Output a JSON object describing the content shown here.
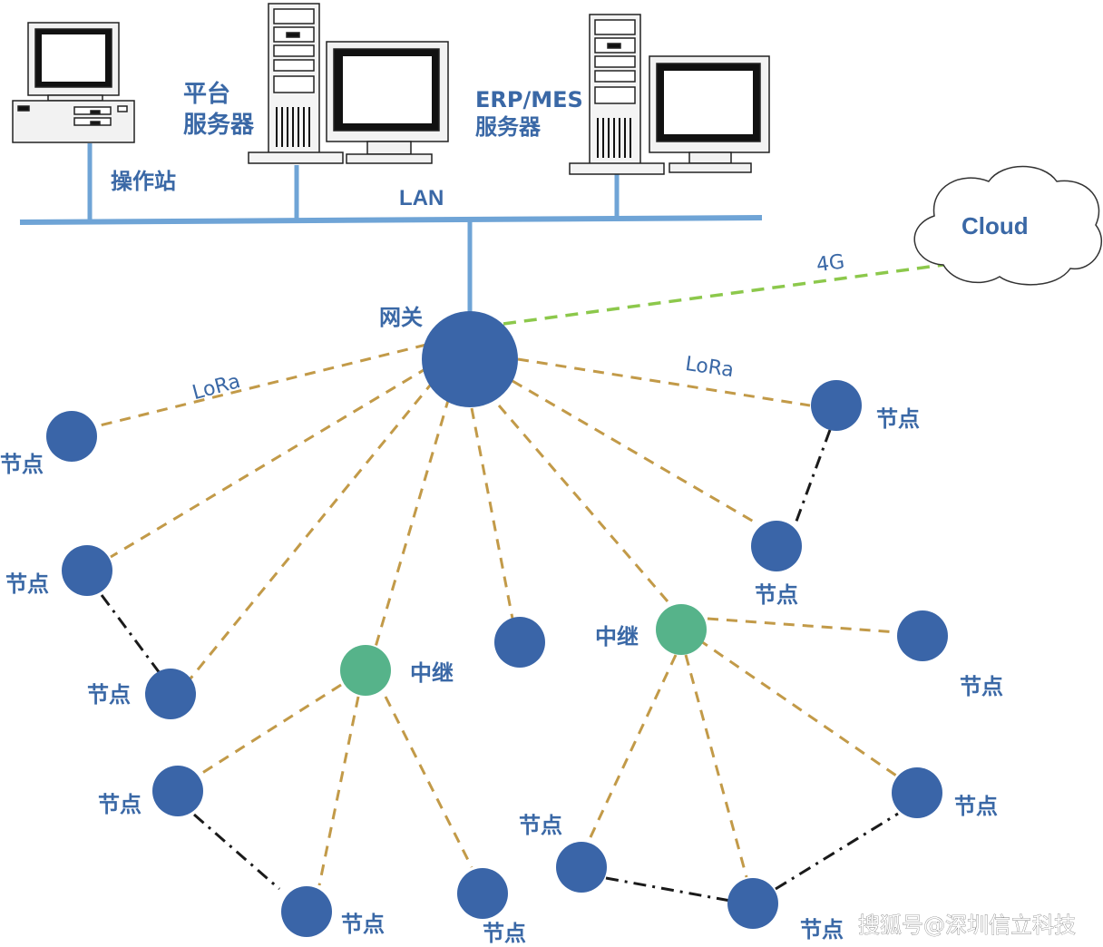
{
  "labels": {
    "workstation": "操作站",
    "platform_server": [
      "平台",
      "服务器"
    ],
    "erp_server": [
      "ERP/MES",
      "服务器"
    ],
    "lan": "LAN",
    "cloud": "Cloud",
    "link_4g": "4G",
    "lora": "LoRa",
    "gateway": "网关",
    "relay": "中继",
    "node": "节点",
    "watermark": "搜狐号@深圳信立科技"
  },
  "colors": {
    "node": "#3a65a8",
    "relay": "#56b38a",
    "lan": "#6fa4d6",
    "lora_link": "#c29a48",
    "link_4g": "#8cc84b",
    "mesh_link": "#1a1a1a",
    "label": "#3a68a6"
  }
}
